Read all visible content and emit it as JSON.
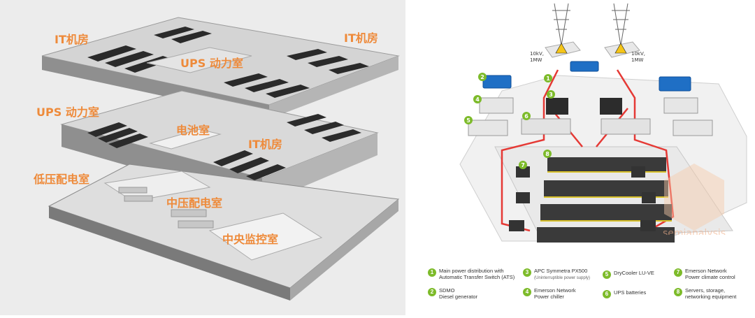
{
  "left_panel": {
    "labels": {
      "it_room_left": "IT机房",
      "it_room_right": "IT机房",
      "ups_top": "UPS 动力室",
      "ups_mid": "UPS 动力室",
      "battery_room": "电池室",
      "it_room_mid": "IT机房",
      "low_voltage": "低压配电室",
      "mid_voltage": "中压配电室",
      "central_monitor": "中央监控室"
    }
  },
  "right_panel": {
    "grid_left": "10kV,\n1MW",
    "grid_right": "10kV,\n1MW",
    "grid_left_line1": "10kV,",
    "grid_left_line2": "1MW",
    "grid_right_line1": "10kV,",
    "grid_right_line2": "1MW",
    "watermark": "semianalysis"
  },
  "legend": [
    {
      "num": "1",
      "line1": "Main power distribution with",
      "line2": "Automatic Transfer Switch (ATS)",
      "note": ""
    },
    {
      "num": "2",
      "line1": "SDMO",
      "line2": "Diesel generator",
      "note": ""
    },
    {
      "num": "3",
      "line1": "APC Symmetra PX500",
      "line2": "",
      "note": "(Uninterruptible power supply)"
    },
    {
      "num": "4",
      "line1": "Emerson Network",
      "line2": "Power chiller",
      "note": ""
    },
    {
      "num": "5",
      "line1": "DryCooler LU-VE",
      "line2": "",
      "note": ""
    },
    {
      "num": "6",
      "line1": "UPS batteries",
      "line2": "",
      "note": ""
    },
    {
      "num": "7",
      "line1": "Emerson Network",
      "line2": "Power climate control",
      "note": ""
    },
    {
      "num": "8",
      "line1": "Servers, storage,",
      "line2": "networking equipment",
      "note": ""
    }
  ],
  "colors": {
    "label_orange": "#ee8a3a",
    "legend_green": "#7dbb2a",
    "power_line_red": "#e53935",
    "equipment_blue": "#1f6fc5"
  }
}
